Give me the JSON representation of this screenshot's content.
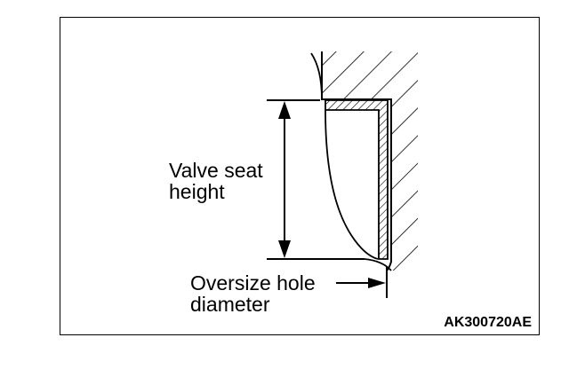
{
  "labels": {
    "valve_seat_height_line1": "Valve seat",
    "valve_seat_height_line2": "height",
    "oversize_hole_line1": "Oversize hole",
    "oversize_hole_line2": "diameter"
  },
  "figure_code": "AK300720AE"
}
